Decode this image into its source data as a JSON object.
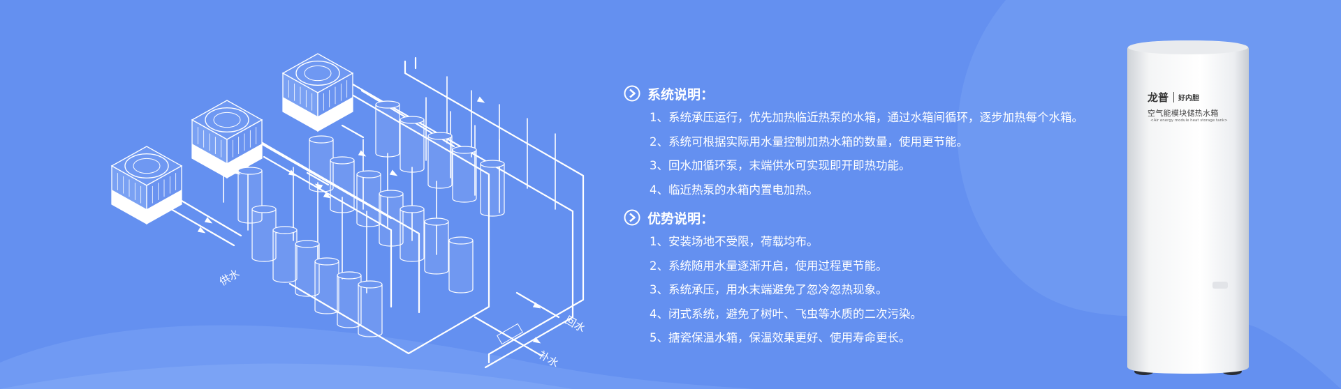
{
  "colors": {
    "background": "#6490f0",
    "background_light": "#76a0f4",
    "line": "#ffffff",
    "tank_body": "#f4f5f6"
  },
  "diagram": {
    "labels": {
      "supply": "供水",
      "return": "回水",
      "makeup": "补水"
    },
    "units": {
      "count": 3,
      "icon": "air-source-heat-pump-icon"
    },
    "tanks": {
      "count": 19,
      "icon": "water-tank-icon"
    },
    "flow_icon": "flow-arrow-icon"
  },
  "system": {
    "icon": "circle-arrow-right-icon",
    "title": "系统说明：",
    "items": [
      "1、系统承压运行，优先加热临近热泵的水箱，通过水箱间循环，逐步加热每个水箱。",
      "2、系统可根据实际用水量控制加热水箱的数量，使用更节能。",
      "3、回水加循环泵，末端供水可实现即开即热功能。",
      "4、临近热泵的水箱内置电加热。"
    ]
  },
  "advantages": {
    "icon": "circle-arrow-right-icon",
    "title": "优势说明：",
    "items": [
      "1、安装场地不受限，荷载均布。",
      "2、系统随用水量逐渐开启，使用过程更节能。",
      "3、系统承压，用水末端避免了忽冷忽热现象。",
      "4、闭式系统，避免了树叶、飞虫等水质的二次污染。",
      "5、搪瓷保温水箱，保温效果更好、使用寿命更长。"
    ]
  },
  "product": {
    "brand": "龙普",
    "badge": "好内胆",
    "name": "空气能模块储热水箱",
    "subtitle": "<Air energy module heat storage tank>"
  }
}
